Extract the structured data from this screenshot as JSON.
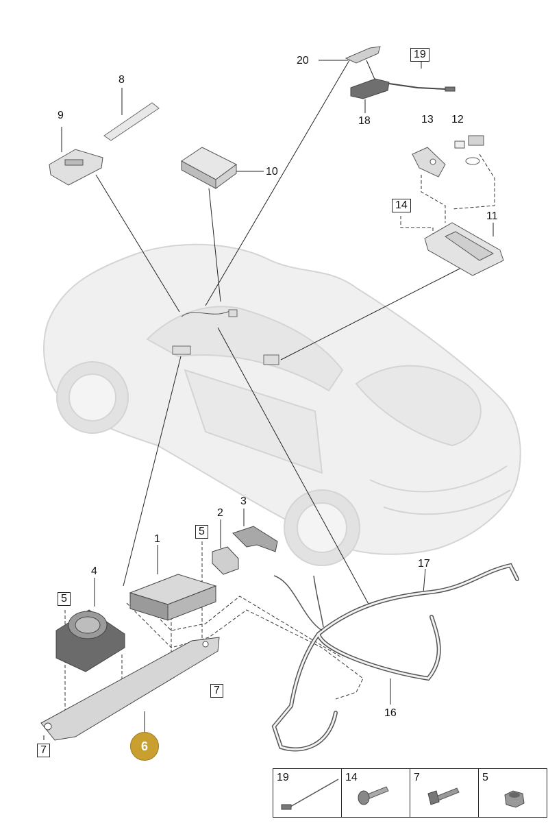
{
  "part_labels": [
    {
      "id": "p1",
      "text": "1"
    },
    {
      "id": "p2",
      "text": "2"
    },
    {
      "id": "p3",
      "text": "3"
    },
    {
      "id": "p4",
      "text": "4"
    },
    {
      "id": "p5a",
      "text": "5"
    },
    {
      "id": "p5b",
      "text": "5"
    },
    {
      "id": "p7a",
      "text": "7"
    },
    {
      "id": "p7b",
      "text": "7"
    },
    {
      "id": "p8",
      "text": "8"
    },
    {
      "id": "p9",
      "text": "9"
    },
    {
      "id": "p10",
      "text": "10"
    },
    {
      "id": "p11",
      "text": "11"
    },
    {
      "id": "p12",
      "text": "12"
    },
    {
      "id": "p13",
      "text": "13"
    },
    {
      "id": "p14",
      "text": "14"
    },
    {
      "id": "p16",
      "text": "16"
    },
    {
      "id": "p17",
      "text": "17"
    },
    {
      "id": "p18",
      "text": "18"
    },
    {
      "id": "p19",
      "text": "19"
    },
    {
      "id": "p20",
      "text": "20"
    }
  ],
  "highlight": {
    "text": "6",
    "color": "#c9a030"
  },
  "legend": [
    {
      "num": "19",
      "icon": "cable-icon"
    },
    {
      "num": "14",
      "icon": "screw-icon"
    },
    {
      "num": "7",
      "icon": "bolt-icon"
    },
    {
      "num": "5",
      "icon": "nut-icon"
    }
  ]
}
